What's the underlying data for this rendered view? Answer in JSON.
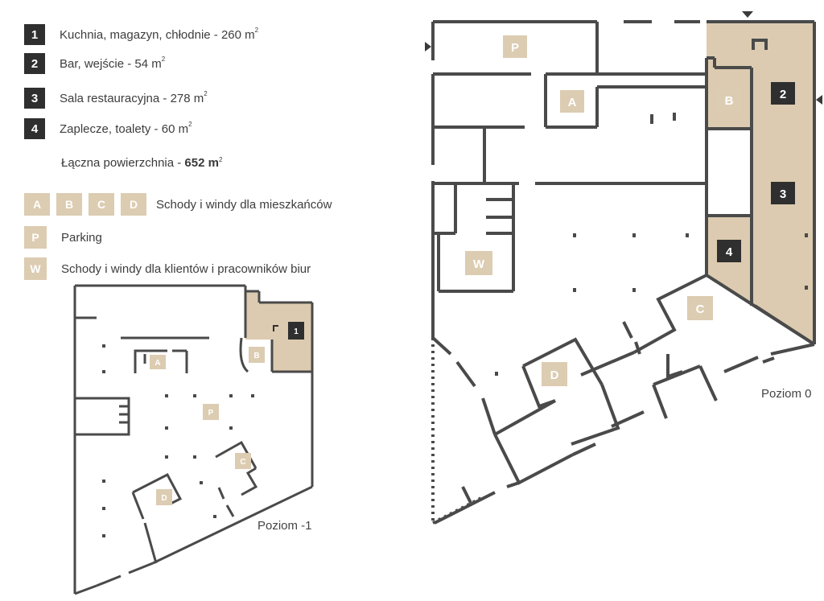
{
  "legend": {
    "items": [
      {
        "num": "1",
        "text": "Kuchnia, magazyn, chłodnie - 260 m",
        "sup": "2"
      },
      {
        "num": "2",
        "text": "Bar, wejście - 54 m",
        "sup": "2"
      },
      {
        "num": "3",
        "text": "Sala restauracyjna - 278 m",
        "sup": "2"
      },
      {
        "num": "4",
        "text": "Zaplecze, toalety - 60 m",
        "sup": "2"
      }
    ],
    "total_prefix": "Łączna powierzchnia - ",
    "total_value": "652 m",
    "total_sup": "2",
    "stairs_chips": [
      "A",
      "B",
      "C",
      "D"
    ],
    "stairs_text": "Schody i windy dla mieszkańców",
    "parking_chip": "P",
    "parking_text": "Parking",
    "office_chip": "W",
    "office_text": "Schody i windy dla klientów i pracowników biur"
  },
  "floors": {
    "level0": {
      "label": "Poziom 0",
      "rooms": {
        "p": "P",
        "a": "A",
        "b": "B",
        "c": "C",
        "d": "D",
        "w": "W"
      },
      "zones": {
        "z2": "2",
        "z3": "3",
        "z4": "4"
      }
    },
    "level_minus1": {
      "label": "Poziom -1",
      "rooms": {
        "a": "A",
        "b": "B",
        "c": "C",
        "d": "D",
        "p": "P"
      },
      "zones": {
        "z1": "1"
      }
    }
  },
  "colors": {
    "wall": "#4a4a4a",
    "highlight": "#dccbb0",
    "chip": "#dcccb1",
    "dark_badge": "#2f2f2f"
  }
}
